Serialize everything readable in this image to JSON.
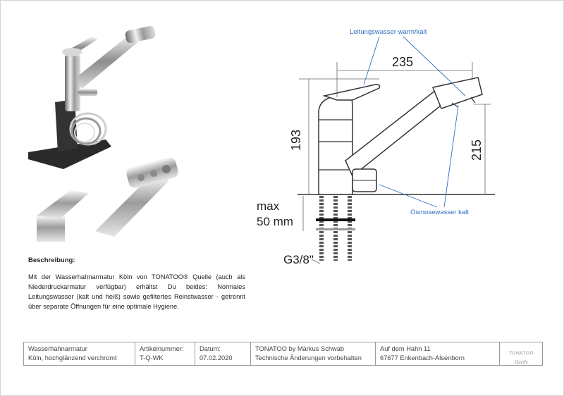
{
  "description": {
    "heading": "Beschreibung:",
    "body": "Mit der Wasserhahnarmatur Köln von TONATOO® Quelle (auch als Niederdruckarmatur verfügbar) erhältst Du beides: Normales Leitungswasser (kalt und heiß) sowie gefiltertes Reinstwasser - getrennt über separate Öffnungen für eine optimale Hygiene."
  },
  "drawing": {
    "dim_width": "235",
    "dim_height_left": "193",
    "dim_height_right": "215",
    "max_label": "max",
    "max_value": "50 mm",
    "thread": "G3/8\"",
    "callout_tap": "Leitungswasser warm/kalt",
    "callout_osmosis": "Osmosewasser kalt"
  },
  "footer": {
    "product_line1": "Wasserhahnarmatur",
    "product_line2": "Köln, hochglänzend verchromt",
    "article_label": "Artikelnummer:",
    "article_value": "T-Q-WK",
    "date_label": "Datum:",
    "date_value": "07.02.2020",
    "company_line1": "TONATOO by Markus Schwab",
    "company_line2": "Technische Änderungen vorbehalten",
    "address_line1": "Auf dem Hahn 11",
    "address_line2": "67677 Enkenbach-Alsenborn",
    "logo_name": "TONATOO",
    "logo_sub": "Quelle"
  },
  "colors": {
    "callout": "#2e6fbf",
    "chrome_dark": "#555555",
    "base_plate": "#2a2a2a"
  }
}
